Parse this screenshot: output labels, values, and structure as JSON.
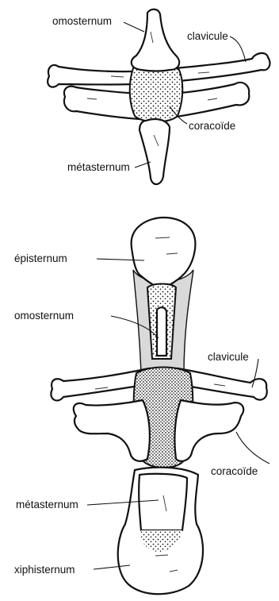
{
  "figure_top": {
    "labels": {
      "omosternum": "omosternum",
      "clavicule": "clavicule",
      "coracoide": "coracoïde",
      "metasternum": "métasternum"
    }
  },
  "figure_bottom": {
    "labels": {
      "episternum": "épisternum",
      "omosternum": "omosternum",
      "clavicule": "clavicule",
      "coracoide": "coracoïde",
      "metasternum": "métasternum",
      "xiphisternum": "xiphisternum"
    }
  },
  "colors": {
    "ink": "#111111",
    "cartilage": "#d9d9d9",
    "bone": "#ffffff"
  }
}
